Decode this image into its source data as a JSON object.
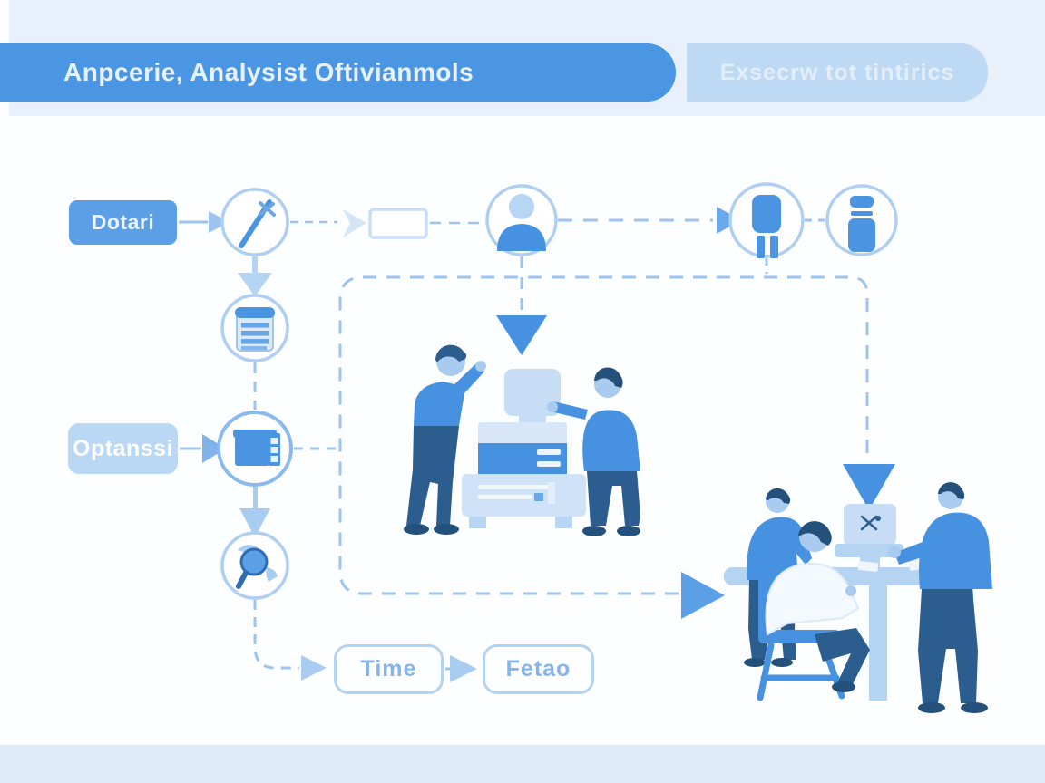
{
  "header": {
    "title": "Anpcerie, Analysist Oftivianmols",
    "subtitle": "Exsecrw tot tintirics"
  },
  "diagram": {
    "nodes": {
      "dotari": "Dotari",
      "optanssi": "Optanssi",
      "time": "Time",
      "fetao": "Fetao"
    },
    "icons": [
      "pencil-icon",
      "document-icon",
      "window-icon",
      "magnifier-icon",
      "user-icon",
      "plug-icon",
      "bottle-icon",
      "monitor-icon"
    ],
    "illustrations": [
      "two-workers-at-machine",
      "three-people-at-table"
    ]
  },
  "colors": {
    "header_blue": "#4b96e2",
    "header_pill_light": "#bed9f4",
    "accent_blue": "#4792e0",
    "medium_blue": "#5b9fe6",
    "light_blue": "#b5d4f2",
    "pale_blue": "#e8f1fb",
    "bottom_strip": "#ddeafa",
    "navy": "#2b5d8e",
    "hair_navy": "#24507c",
    "skin_blue": "#a9cbef",
    "dashed_line": "#9cc4ef"
  }
}
